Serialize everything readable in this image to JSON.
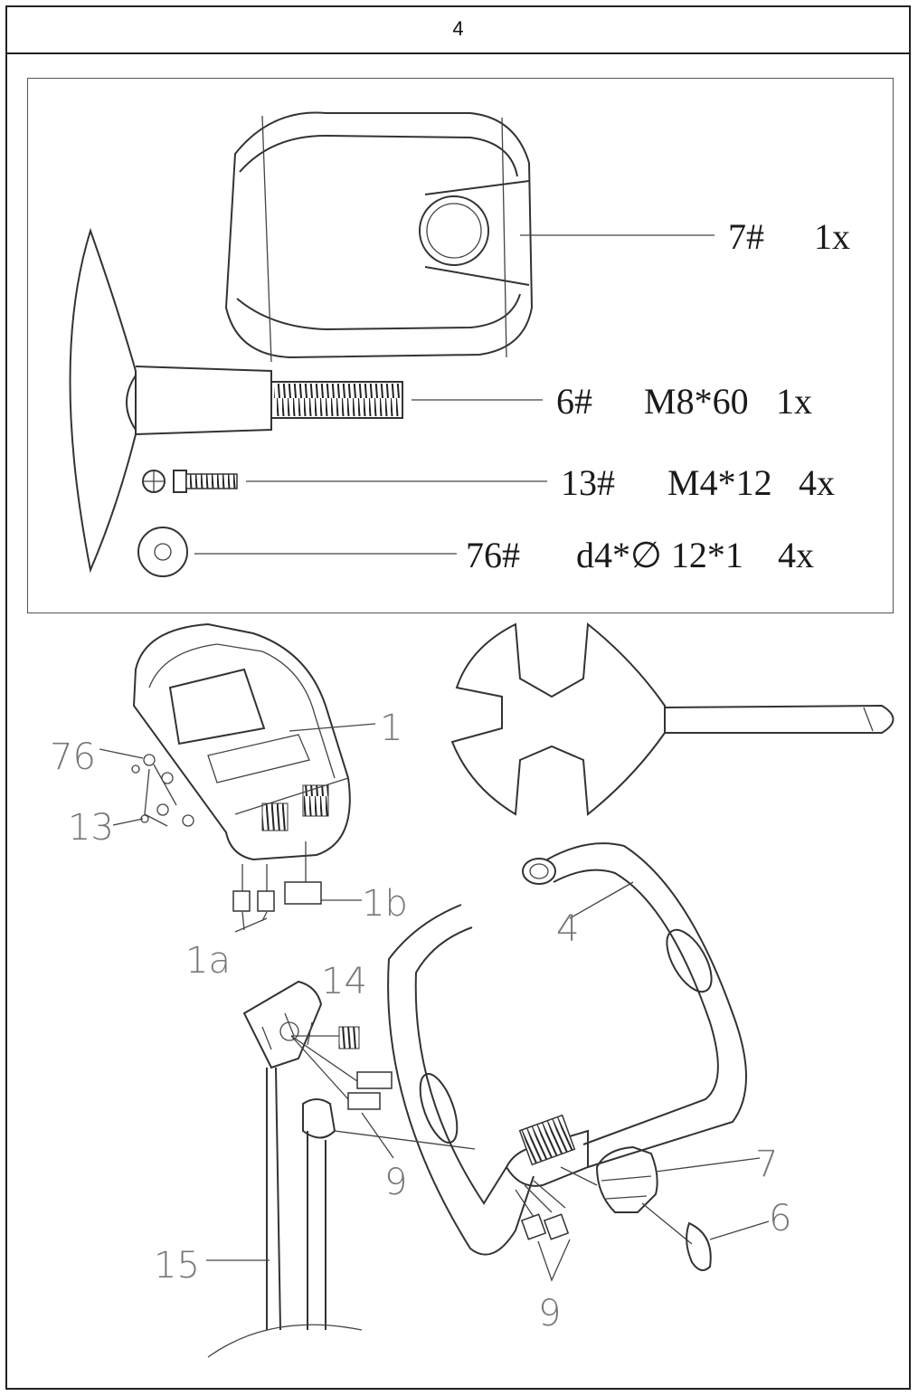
{
  "step": {
    "number": "4"
  },
  "parts": [
    {
      "id": "7#",
      "spec": "",
      "qty": "1x"
    },
    {
      "id": "6#",
      "spec": "M8*60",
      "qty": "1x"
    },
    {
      "id": "13#",
      "spec": "M4*12",
      "qty": "4x"
    },
    {
      "id": "76#",
      "spec": "d4*∅ 12*1",
      "qty": "4x"
    }
  ],
  "callouts": {
    "c1": "1",
    "c76": "76",
    "c13": "13",
    "c1b": "1b",
    "c1a": "1a",
    "c4": "4",
    "c14": "14",
    "c9a": "9",
    "c7": "7",
    "c6": "6",
    "c15": "15",
    "c9b": "9"
  }
}
